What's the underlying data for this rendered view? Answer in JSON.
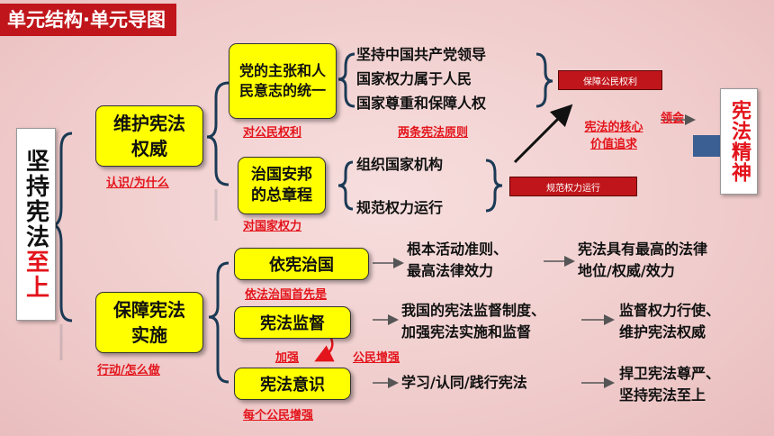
{
  "title": "单元结构·单元导图",
  "root": {
    "part1": "坚持宪法",
    "part2": "至上"
  },
  "branch1": {
    "label": "维护宪法权威",
    "note": "认识/为什么"
  },
  "branch2": {
    "label": "保障宪法实施",
    "note": "行动/怎么做"
  },
  "node_party": {
    "label": "党的主张和人民意志的统一",
    "note": "对公民权利"
  },
  "node_govern": {
    "label": "治国安邦的总章程",
    "note": "对国家权力"
  },
  "principles": {
    "items": [
      "坚持中国共产党领导",
      "国家权力属于人民",
      "国家尊重和保障人权"
    ],
    "note": "两条宪法原则"
  },
  "powers": {
    "items": [
      "组织国家机构",
      "规范权力运行"
    ]
  },
  "tag_rights": "保障公民权利",
  "tag_power": "规范权力运行",
  "core_value": "宪法的核心价值追求",
  "comprehend": "领会",
  "spirit": "宪法精神",
  "rule_by_const": {
    "label": "依宪治国",
    "note": "依法治国首先是"
  },
  "supervision": {
    "label": "宪法监督",
    "note_left": "加强",
    "note_right": "公民增强"
  },
  "awareness": {
    "label": "宪法意识",
    "note": "每个公民增强"
  },
  "row1": {
    "mid": [
      "根本活动准则、",
      "最高法律效力"
    ],
    "end": [
      "宪法具有最高的法律",
      "地位/权威/效力"
    ]
  },
  "row2": {
    "mid": [
      "我国的宪法监督制度、",
      "加强宪法实施和监督"
    ],
    "end": [
      "监督权力行使、",
      "维护宪法权威"
    ]
  },
  "row3": {
    "mid": [
      "学习/认同/践行宪法"
    ],
    "end": [
      "捍卫宪法尊严、",
      "坚持宪法至上"
    ]
  }
}
